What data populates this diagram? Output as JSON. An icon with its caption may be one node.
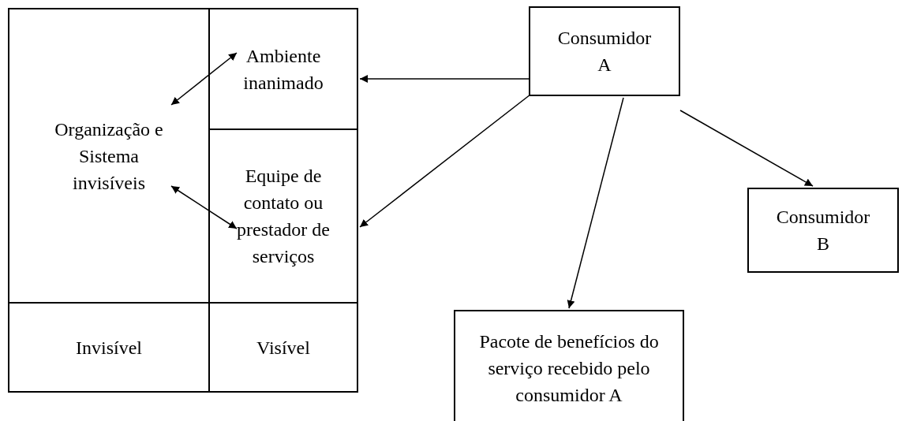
{
  "diagram": {
    "nodes": [
      {
        "text": [
          "Organização e Sistema invisíveis"
        ]
      },
      {
        "text": [
          "Ambiente inanimado"
        ]
      },
      {
        "text": [
          "Equipe de contato ou prestador de serviços"
        ]
      },
      {
        "text": [
          "Invisível"
        ]
      },
      {
        "text": [
          "Visível"
        ]
      },
      {
        "text": [
          "Consumidor A"
        ]
      },
      {
        "text": [
          "Consumidor B"
        ]
      },
      {
        "text": [
          "Pacote de benefícios do serviço recebido pelo consumidor A"
        ]
      }
    ],
    "edges": [
      {
        "from": 0,
        "to": 1,
        "arrow": "both"
      },
      {
        "from": 0,
        "to": 2,
        "arrow": "both"
      },
      {
        "from": 5,
        "to": 1,
        "arrow": "to"
      },
      {
        "from": 5,
        "to": 2,
        "arrow": "to"
      },
      {
        "from": 5,
        "to": 7,
        "arrow": "to"
      },
      {
        "from": 5,
        "to": 6,
        "arrow": "to"
      }
    ]
  }
}
